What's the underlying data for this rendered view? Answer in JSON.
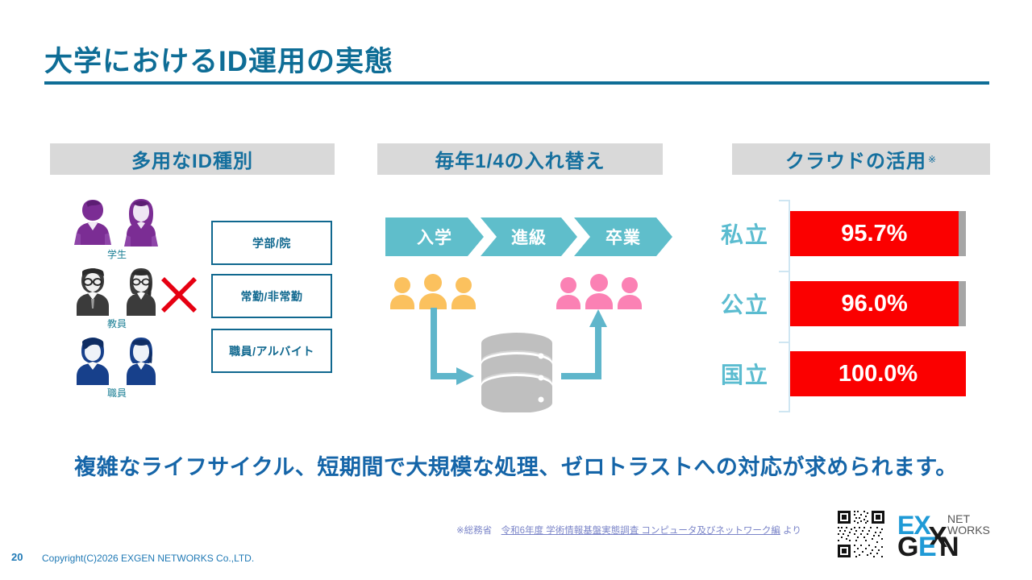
{
  "slide": {
    "title": "大学におけるID運用の実態",
    "page_number": "20",
    "copyright": "Copyright(C)2026 EXGEN NETWORKS Co.,LTD.",
    "accent_color": "#0e6d96"
  },
  "columns": {
    "left": {
      "header": "多用なID種別",
      "people": [
        {
          "label": "学生",
          "color": "#7b2d94"
        },
        {
          "label": "教員",
          "color": "#3b3b3b"
        },
        {
          "label": "職員",
          "color": "#17408b"
        }
      ],
      "operator_icon": "x-mark-icon",
      "operator_color": "#e60012",
      "types": [
        {
          "label": "学部/院"
        },
        {
          "label": "常勤/非常勤"
        },
        {
          "label": "職員/アルバイト"
        }
      ]
    },
    "middle": {
      "header": "毎年1/4の入れ替え",
      "stages": [
        {
          "label": "入学"
        },
        {
          "label": "進級"
        },
        {
          "label": "卒業"
        }
      ],
      "stage_color": "#5fbecb",
      "inflow_color": "#fbc15e",
      "outflow_color": "#fb81b4",
      "database_icon": "database-cylinder-icon",
      "database_color": "#bfbfbf"
    },
    "right": {
      "header": "クラウドの活用",
      "header_note": "※"
    }
  },
  "chart_data": {
    "type": "bar",
    "orientation": "horizontal",
    "title": "クラウドの活用",
    "categories": [
      "私立",
      "公立",
      "国立"
    ],
    "values": [
      95.7,
      96.0,
      100.0
    ],
    "value_labels": [
      "95.7%",
      "96.0%",
      "100.0%"
    ],
    "remainder": [
      4.3,
      4.0,
      0.0
    ],
    "xlim": [
      0,
      100
    ],
    "xlabel": "",
    "ylabel": "",
    "grid": false,
    "legend": "none",
    "series_color": "#fb0000",
    "remainder_color": "#a6a6a6",
    "category_color": "#5bbcd0"
  },
  "message": "複雑なライフサイクル、短期間で大規模な処理、ゼロトラストへの対応が求められます。",
  "footnote": {
    "prefix": "※総務省　",
    "link": "令和6年度 学術情報基盤実態調査 コンピュータ及びネットワーク編",
    "suffix": " より"
  },
  "logo": {
    "ex": "EX",
    "x": "X",
    "g": "G",
    "e": "E",
    "n": "N",
    "net": "NET",
    "works": "WORKS"
  }
}
